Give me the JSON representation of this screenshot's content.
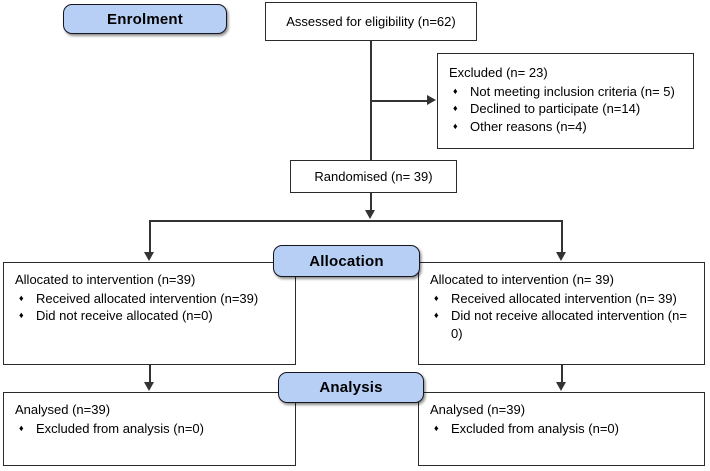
{
  "stages": {
    "enrolment": {
      "label": "Enrolment"
    },
    "allocation": {
      "label": "Allocation"
    },
    "analysis": {
      "label": "Analysis"
    }
  },
  "boxes": {
    "assessed": {
      "text": "Assessed for eligibility (n=62)"
    },
    "excluded": {
      "title": "Excluded (n= 23)",
      "bullets": [
        "Not meeting inclusion criteria (n= 5)",
        "Declined to participate (n=14)",
        "Other reasons (n=4)"
      ]
    },
    "randomised": {
      "text": "Randomised (n= 39)"
    },
    "allocation_left": {
      "title": "Allocated to intervention (n=39)",
      "bullets": [
        "Received allocated intervention (n=39)",
        "Did not receive allocated (n=0)"
      ]
    },
    "allocation_right": {
      "title": "Allocated to intervention (n= 39)",
      "bullets": [
        "Received allocated intervention (n= 39)",
        "Did not receive allocated intervention (n= 0)"
      ]
    },
    "analysis_left": {
      "title": "Analysed (n=39)",
      "bullets": [
        "Excluded from analysis (n=0)"
      ]
    },
    "analysis_right": {
      "title": "Analysed (n=39)",
      "bullets": [
        "Excluded from analysis (n=0)"
      ]
    }
  },
  "icons": {
    "bullet_glyph": "♦"
  },
  "colors": {
    "stage_fill": "#b7cef5",
    "stage_border": "#16161f",
    "box_border": "#2b2b2b",
    "line": "#333333",
    "background": "#ffffff"
  }
}
